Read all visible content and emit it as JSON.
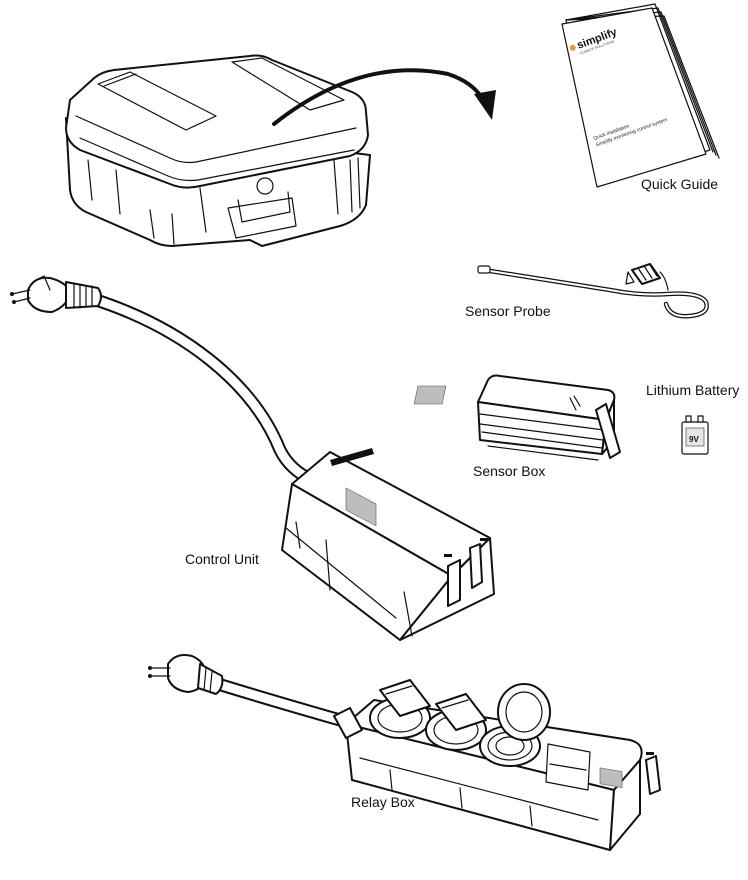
{
  "labels": {
    "quick_guide": "Quick Guide",
    "sensor_probe": "Sensor Probe",
    "lithium_battery": "Lithium Battery",
    "sensor_box": "Sensor Box",
    "control_unit": "Control Unit",
    "relay_box": "Relay Box"
  },
  "guide": {
    "brand": "simplify",
    "tagline": "CLIMATE SOLUTIONS",
    "line1": "Quick installation",
    "line2": "Simplify monitoring control system"
  },
  "battery": {
    "voltage": "9V"
  },
  "icons": [
    "case-icon",
    "arrow-icon",
    "guide-booklet-icon",
    "probe-icon",
    "sensor-box-icon",
    "battery-icon",
    "control-unit-icon",
    "power-plug-icon",
    "relay-box-icon",
    "socket-icon",
    "antenna-icon"
  ]
}
